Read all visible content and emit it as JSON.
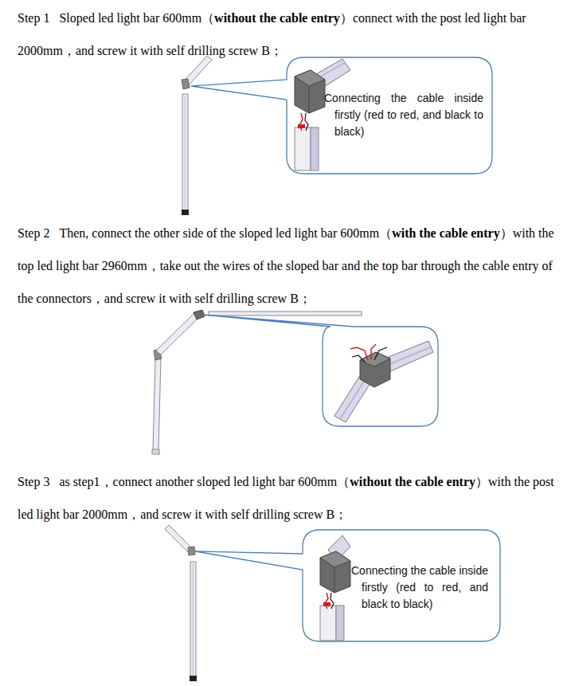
{
  "diagram": {
    "nodes": [
      {
        "text": [
          "Connecting the cable inside firstly (red to red, and black to black)"
        ]
      },
      {
        "text": [
          "Connecting the cable inside firstly (red to red, and black to black)"
        ]
      }
    ],
    "labels": [
      "Step 1",
      "Sloped led light bar 600mm（",
      "without the cable entry",
      "）connect with the post led light bar 2000mm，and screw it with self drilling screw B；",
      "Step 2",
      "Then, connect the other side of the sloped led light bar 600mm（",
      "with the cable entry",
      "）with the top led light bar 2960mm，take out the wires of the sloped bar and the top bar through the cable entry of the connectors，and screw it with self drilling screw B；",
      "Step 3",
      "as step1，connect another sloped led light bar 600mm（",
      "without the cable entry",
      "）with the post led light bar 2000mm，and screw it with self drilling screw B；"
    ]
  }
}
